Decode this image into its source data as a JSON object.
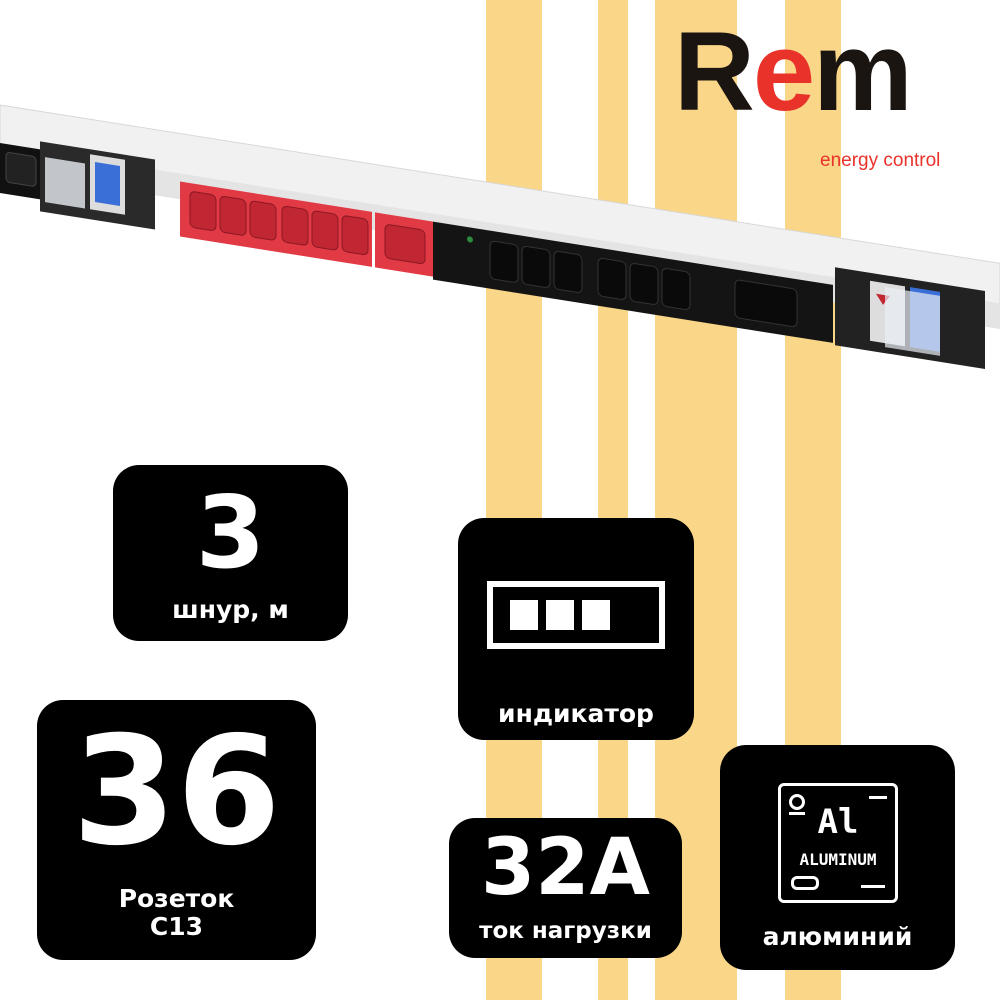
{
  "brand": {
    "name": "Rem",
    "tagline": "energy control",
    "accent_color": "#e8322a",
    "stripe_color": "#f9d688"
  },
  "features": {
    "cord": {
      "value": "3",
      "label": "шнур, м"
    },
    "outlets": {
      "value": "36",
      "label_line1": "Розеток",
      "label_line2": "C13"
    },
    "indicator": {
      "label": "индикатор",
      "icon": "indicator-bar-icon"
    },
    "current": {
      "value": "32A",
      "label": "ток нагрузки"
    },
    "material": {
      "label": "алюминий",
      "icon_symbol": "Al",
      "icon_text": "ALUMINUM"
    }
  }
}
